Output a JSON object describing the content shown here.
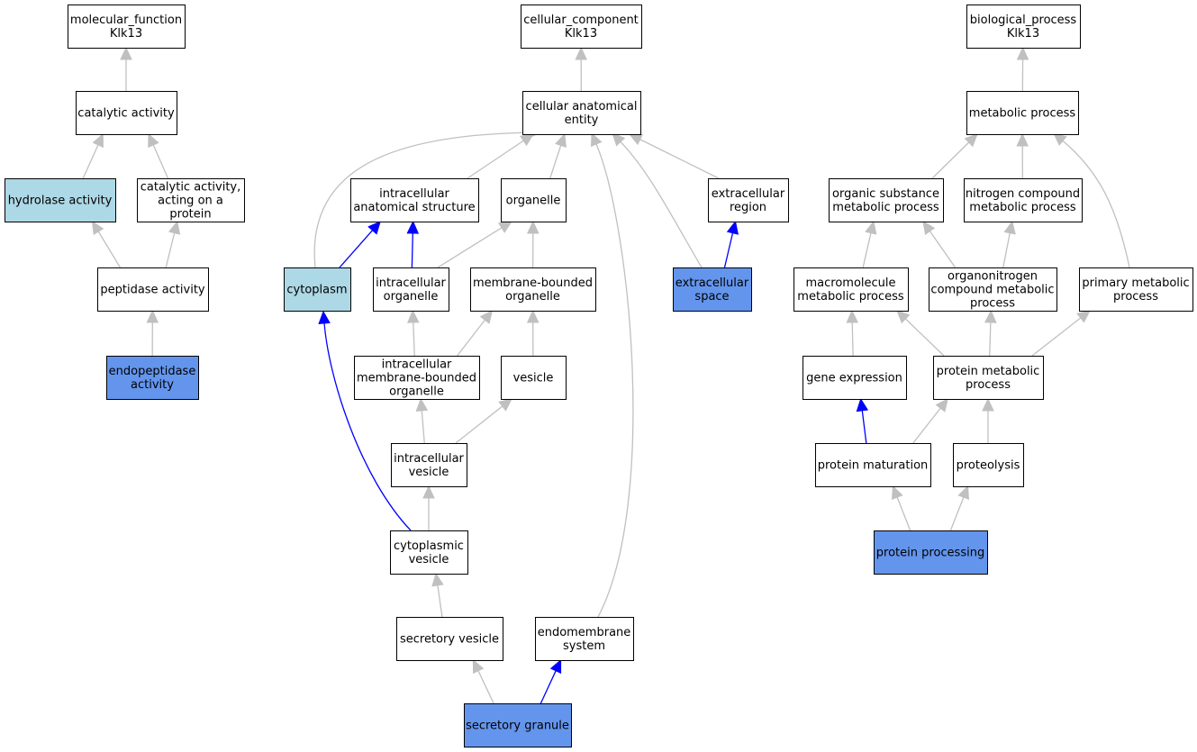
{
  "colors": {
    "node_fill": "#ffffff",
    "fill_light": "#add8e6",
    "fill_blue": "#6495ed",
    "stroke": "#000000",
    "edge_gray": "#c0c0c0",
    "edge_blue": "#0000ff"
  },
  "nodes": [
    {
      "id": "mf",
      "lines": [
        "molecular_function",
        "Klk13"
      ],
      "fill": "white"
    },
    {
      "id": "catalytic",
      "lines": [
        "catalytic activity"
      ],
      "fill": "white"
    },
    {
      "id": "hydrolase",
      "lines": [
        "hydrolase activity"
      ],
      "fill": "light"
    },
    {
      "id": "cat_protein",
      "lines": [
        "catalytic activity,",
        "acting on a",
        "protein"
      ],
      "fill": "white"
    },
    {
      "id": "peptidase",
      "lines": [
        "peptidase activity"
      ],
      "fill": "white"
    },
    {
      "id": "endopeptidase",
      "lines": [
        "endopeptidase",
        "activity"
      ],
      "fill": "blue"
    },
    {
      "id": "cc",
      "lines": [
        "cellular_component",
        "Klk13"
      ],
      "fill": "white"
    },
    {
      "id": "cae",
      "lines": [
        "cellular anatomical",
        "entity"
      ],
      "fill": "white"
    },
    {
      "id": "ias",
      "lines": [
        "intracellular",
        "anatomical structure"
      ],
      "fill": "white"
    },
    {
      "id": "organelle",
      "lines": [
        "organelle"
      ],
      "fill": "white"
    },
    {
      "id": "ext_region",
      "lines": [
        "extracellular",
        "region"
      ],
      "fill": "white"
    },
    {
      "id": "cytoplasm",
      "lines": [
        "cytoplasm"
      ],
      "fill": "light"
    },
    {
      "id": "intra_org",
      "lines": [
        "intracellular",
        "organelle"
      ],
      "fill": "white"
    },
    {
      "id": "mbo",
      "lines": [
        "membrane-bounded",
        "organelle"
      ],
      "fill": "white"
    },
    {
      "id": "ext_space",
      "lines": [
        "extracellular",
        "space"
      ],
      "fill": "blue"
    },
    {
      "id": "imbo",
      "lines": [
        "intracellular",
        "membrane-bounded",
        "organelle"
      ],
      "fill": "white"
    },
    {
      "id": "vesicle",
      "lines": [
        "vesicle"
      ],
      "fill": "white"
    },
    {
      "id": "intra_vesicle",
      "lines": [
        "intracellular",
        "vesicle"
      ],
      "fill": "white"
    },
    {
      "id": "cyto_vesicle",
      "lines": [
        "cytoplasmic",
        "vesicle"
      ],
      "fill": "white"
    },
    {
      "id": "secretory_vesicle",
      "lines": [
        "secretory vesicle"
      ],
      "fill": "white"
    },
    {
      "id": "endomembrane",
      "lines": [
        "endomembrane",
        "system"
      ],
      "fill": "white"
    },
    {
      "id": "secretory_granule",
      "lines": [
        "secretory granule"
      ],
      "fill": "blue"
    },
    {
      "id": "bp",
      "lines": [
        "biological_process",
        "Klk13"
      ],
      "fill": "white"
    },
    {
      "id": "metabolic",
      "lines": [
        "metabolic process"
      ],
      "fill": "white"
    },
    {
      "id": "organic",
      "lines": [
        "organic substance",
        "metabolic process"
      ],
      "fill": "white"
    },
    {
      "id": "nitrogen",
      "lines": [
        "nitrogen compound",
        "metabolic process"
      ],
      "fill": "white"
    },
    {
      "id": "macromolecule",
      "lines": [
        "macromolecule",
        "metabolic process"
      ],
      "fill": "white"
    },
    {
      "id": "organonitrogen",
      "lines": [
        "organonitrogen",
        "compound metabolic",
        "process"
      ],
      "fill": "white"
    },
    {
      "id": "primary",
      "lines": [
        "primary metabolic",
        "process"
      ],
      "fill": "white"
    },
    {
      "id": "gene_expr",
      "lines": [
        "gene expression"
      ],
      "fill": "white"
    },
    {
      "id": "protein_metabolic",
      "lines": [
        "protein metabolic",
        "process"
      ],
      "fill": "white"
    },
    {
      "id": "protein_maturation",
      "lines": [
        "protein maturation"
      ],
      "fill": "white"
    },
    {
      "id": "proteolysis",
      "lines": [
        "proteolysis"
      ],
      "fill": "white"
    },
    {
      "id": "protein_processing",
      "lines": [
        "protein processing"
      ],
      "fill": "blue"
    }
  ],
  "edges": [
    {
      "from": "catalytic",
      "to": "mf",
      "color": "gray"
    },
    {
      "from": "hydrolase",
      "to": "catalytic",
      "color": "gray"
    },
    {
      "from": "cat_protein",
      "to": "catalytic",
      "color": "gray"
    },
    {
      "from": "peptidase",
      "to": "hydrolase",
      "color": "gray"
    },
    {
      "from": "peptidase",
      "to": "cat_protein",
      "color": "gray"
    },
    {
      "from": "endopeptidase",
      "to": "peptidase",
      "color": "gray"
    },
    {
      "from": "cae",
      "to": "cc",
      "color": "gray"
    },
    {
      "from": "ias",
      "to": "cae",
      "color": "gray"
    },
    {
      "from": "organelle",
      "to": "cae",
      "color": "gray"
    },
    {
      "from": "ext_region",
      "to": "cae",
      "color": "gray"
    },
    {
      "from": "cytoplasm",
      "to": "cae",
      "color": "gray"
    },
    {
      "from": "ext_space",
      "to": "cae",
      "color": "gray"
    },
    {
      "from": "endomembrane",
      "to": "cae",
      "color": "gray"
    },
    {
      "from": "cytoplasm",
      "to": "ias",
      "color": "blue"
    },
    {
      "from": "intra_org",
      "to": "ias",
      "color": "blue"
    },
    {
      "from": "intra_org",
      "to": "organelle",
      "color": "gray"
    },
    {
      "from": "mbo",
      "to": "organelle",
      "color": "gray"
    },
    {
      "from": "ext_space",
      "to": "ext_region",
      "color": "blue"
    },
    {
      "from": "imbo",
      "to": "intra_org",
      "color": "gray"
    },
    {
      "from": "imbo",
      "to": "mbo",
      "color": "gray"
    },
    {
      "from": "vesicle",
      "to": "mbo",
      "color": "gray"
    },
    {
      "from": "intra_vesicle",
      "to": "imbo",
      "color": "gray"
    },
    {
      "from": "intra_vesicle",
      "to": "vesicle",
      "color": "gray"
    },
    {
      "from": "cyto_vesicle",
      "to": "intra_vesicle",
      "color": "gray"
    },
    {
      "from": "cyto_vesicle",
      "to": "cytoplasm",
      "color": "blue"
    },
    {
      "from": "secretory_vesicle",
      "to": "cyto_vesicle",
      "color": "gray"
    },
    {
      "from": "secretory_granule",
      "to": "secretory_vesicle",
      "color": "gray"
    },
    {
      "from": "secretory_granule",
      "to": "endomembrane",
      "color": "blue"
    },
    {
      "from": "metabolic",
      "to": "bp",
      "color": "gray"
    },
    {
      "from": "organic",
      "to": "metabolic",
      "color": "gray"
    },
    {
      "from": "nitrogen",
      "to": "metabolic",
      "color": "gray"
    },
    {
      "from": "primary",
      "to": "metabolic",
      "color": "gray"
    },
    {
      "from": "macromolecule",
      "to": "organic",
      "color": "gray"
    },
    {
      "from": "organonitrogen",
      "to": "organic",
      "color": "gray"
    },
    {
      "from": "organonitrogen",
      "to": "nitrogen",
      "color": "gray"
    },
    {
      "from": "gene_expr",
      "to": "macromolecule",
      "color": "gray"
    },
    {
      "from": "protein_metabolic",
      "to": "macromolecule",
      "color": "gray"
    },
    {
      "from": "protein_metabolic",
      "to": "organonitrogen",
      "color": "gray"
    },
    {
      "from": "protein_metabolic",
      "to": "primary",
      "color": "gray"
    },
    {
      "from": "protein_maturation",
      "to": "gene_expr",
      "color": "blue"
    },
    {
      "from": "protein_maturation",
      "to": "protein_metabolic",
      "color": "gray"
    },
    {
      "from": "proteolysis",
      "to": "protein_metabolic",
      "color": "gray"
    },
    {
      "from": "protein_processing",
      "to": "protein_maturation",
      "color": "gray"
    },
    {
      "from": "protein_processing",
      "to": "proteolysis",
      "color": "gray"
    }
  ]
}
